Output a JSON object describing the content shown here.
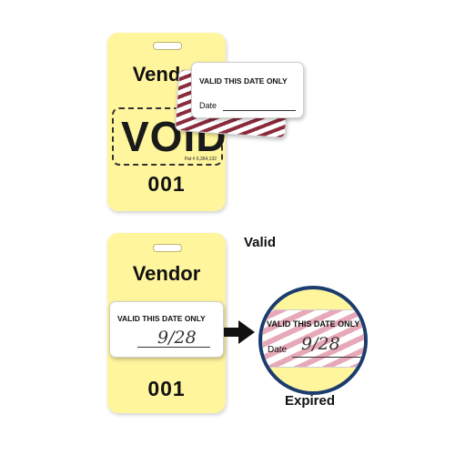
{
  "top_badge": {
    "title": "Vendor",
    "void_text": "VOID",
    "patent": "Pat # 6,364,132",
    "number": "001",
    "sticker": {
      "title": "VALID THIS DATE ONLY",
      "date_label": "Date"
    }
  },
  "bottom_badge": {
    "title": "Vendor",
    "number": "001",
    "sticker": {
      "title": "VALID THIS DATE ONLY",
      "handwritten_date": "9/28"
    }
  },
  "zoom": {
    "title": "VALID THIS DATE ONLY",
    "date_label": "Date",
    "handwritten_date": "9/28"
  },
  "labels": {
    "valid": "Valid",
    "expired": "Expired"
  },
  "colors": {
    "badge": "#fff59d",
    "stripe": "#8b2b3c",
    "ring": "#1b3c6e"
  }
}
